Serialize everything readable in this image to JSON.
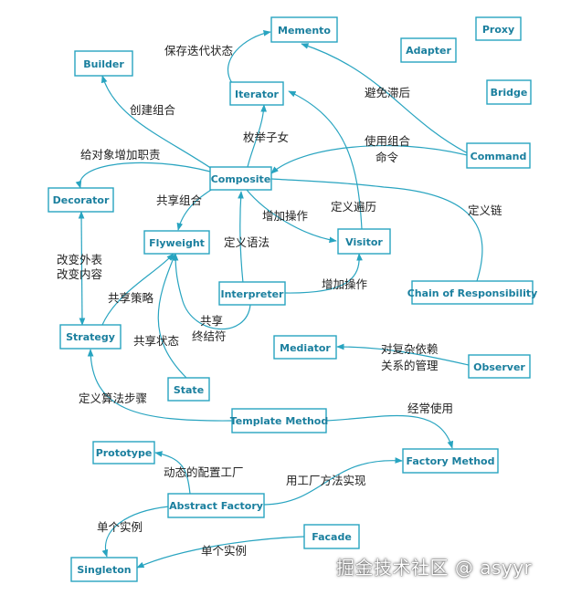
{
  "colors": {
    "accent": "#28a4c0",
    "box_text": "#1a7f9e",
    "label_text": "#222222",
    "background": "#ffffff"
  },
  "nodes": {
    "memento": "Memento",
    "proxy": "Proxy",
    "builder": "Builder",
    "adapter": "Adapter",
    "iterator": "Iterator",
    "bridge": "Bridge",
    "command": "Command",
    "composite": "Composite",
    "decorator": "Decorator",
    "flyweight": "Flyweight",
    "visitor": "Visitor",
    "interpreter": "Interpreter",
    "chain_of_responsibility": "Chain of Responsibility",
    "strategy": "Strategy",
    "mediator": "Mediator",
    "observer": "Observer",
    "state": "State",
    "template_method": "Template Method",
    "prototype": "Prototype",
    "factory_method": "Factory Method",
    "abstract_factory": "Abstract Factory",
    "facade": "Facade",
    "singleton": "Singleton"
  },
  "edge_labels": {
    "save_state": "保存迭代状态",
    "avoid_lag": "避免滞后",
    "create_composite": "创建组合",
    "enumerate_children": "枚举子女",
    "use_composite_cmd_1": "使用组合",
    "use_composite_cmd_2": "命令",
    "add_duties": "给对象增加职责",
    "shared_composite": "共享组合",
    "define_traversal": "定义遍历",
    "define_chain": "定义链",
    "add_operation_1": "增加操作",
    "define_grammar": "定义语法",
    "change_skin_1": "改变外表",
    "change_skin_2": "改变内容",
    "shared_strategy": "共享策略",
    "add_operation_2": "增加操作",
    "shared_terminal_1": "共享",
    "shared_terminal_2": "终结符",
    "shared_state": "共享状态",
    "complex_dep_1": "对复杂依赖",
    "complex_dep_2": "关系的管理",
    "define_algorithm_steps": "定义算法步骤",
    "often_use": "经常使用",
    "dynamic_factory": "动态的配置工厂",
    "factory_method_impl": "用工厂方法实现",
    "single_instance_1": "单个实例",
    "single_instance_2": "单个实例"
  },
  "watermark": "掘金技术社区 @ asyyr"
}
